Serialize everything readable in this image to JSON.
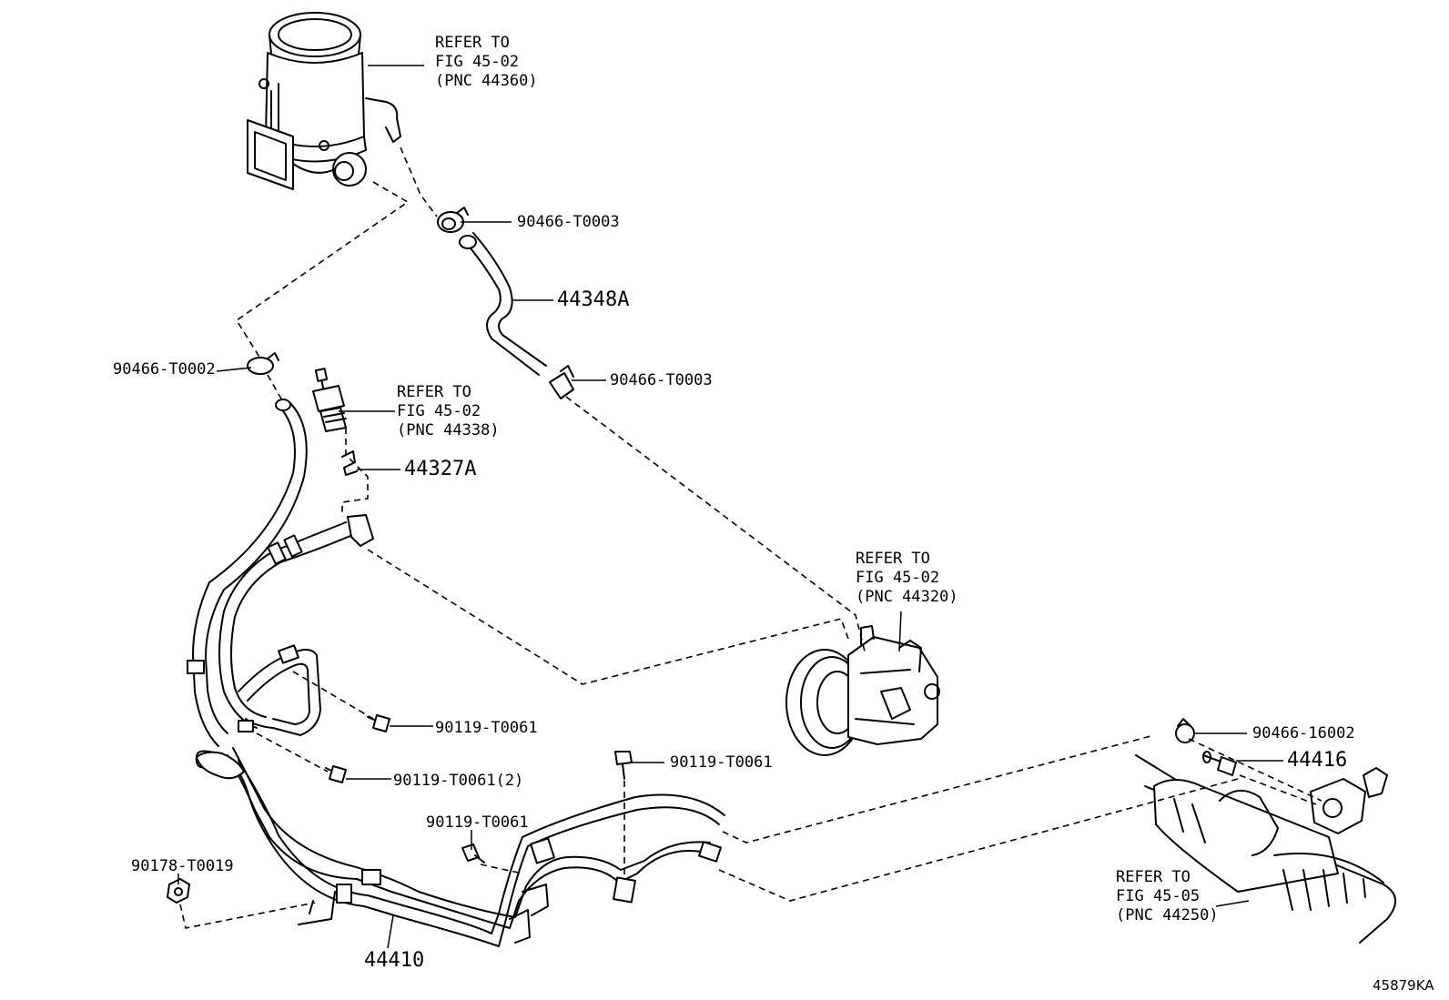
{
  "refs": {
    "reservoir": [
      "REFER TO",
      "FIG 45-02",
      "(PNC 44360)"
    ],
    "switch": [
      "REFER TO",
      "FIG 45-02",
      "(PNC 44338)"
    ],
    "pump": [
      "REFER TO",
      "FIG 45-02",
      "(PNC 44320)"
    ],
    "gear": [
      "REFER TO",
      "FIG 45-05",
      "(PNC 44250)"
    ]
  },
  "parts": {
    "clamp_upper": "90466-T0003",
    "hose_return": "44348A",
    "clamp_lower": "90466-T0003",
    "clamp_left": "90466-T0002",
    "clip": "44327A",
    "bolt_a": "90119-T0061",
    "bolt_b": "90119-T0061(2)",
    "bolt_c": "90119-T0061",
    "bolt_d": "90119-T0061",
    "nut": "90178-T0019",
    "tube_assy": "44410",
    "clamp_rack": "90466-16002",
    "union": "44416"
  },
  "figure_code": "45879KA"
}
